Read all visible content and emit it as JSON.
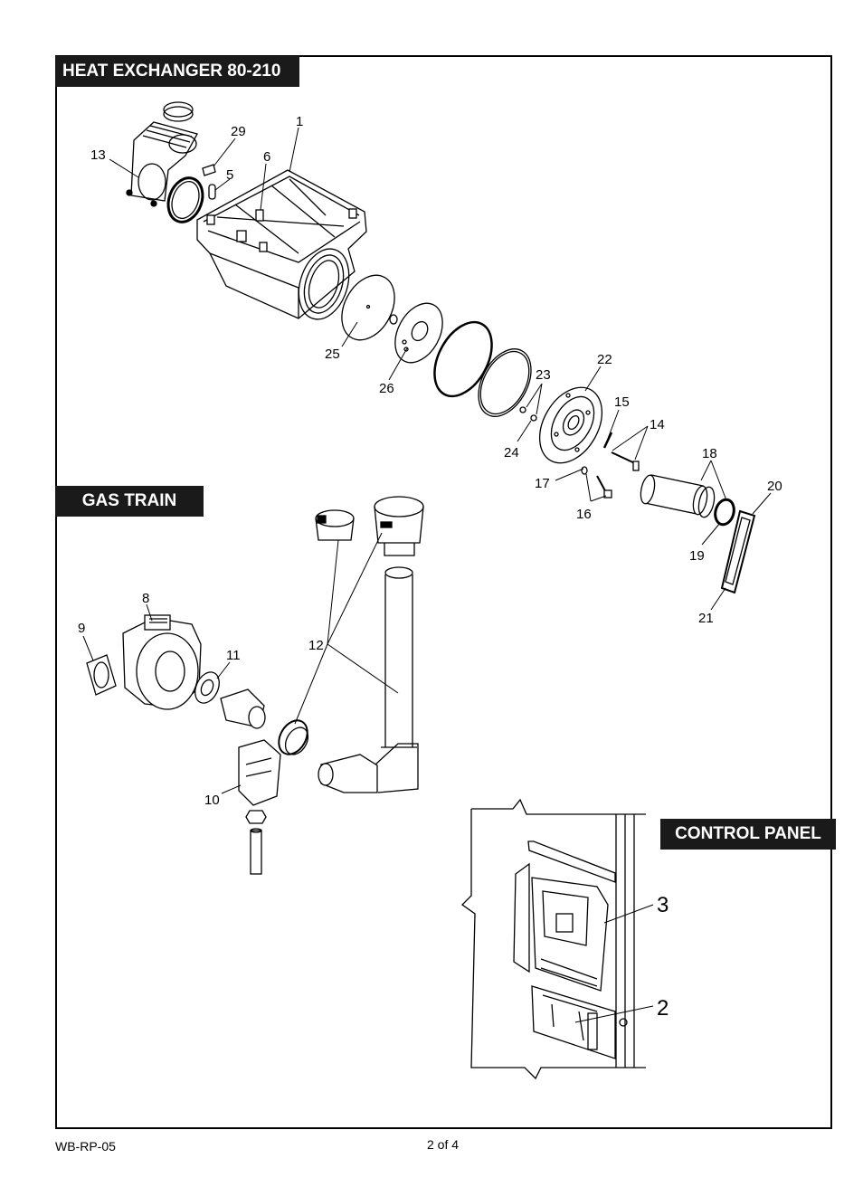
{
  "sections": {
    "heat_exchanger": "HEAT EXCHANGER 80-210",
    "gas_train": "GAS TRAIN",
    "control_panel": "CONTROL PANEL"
  },
  "callouts": {
    "c1": "1",
    "c2": "2",
    "c3": "3",
    "c5": "5",
    "c6": "6",
    "c8": "8",
    "c9": "9",
    "c10": "10",
    "c11": "11",
    "c12": "12",
    "c13": "13",
    "c14": "14",
    "c15": "15",
    "c16": "16",
    "c17": "17",
    "c18": "18",
    "c19": "19",
    "c20": "20",
    "c21": "21",
    "c22": "22",
    "c23": "23",
    "c24": "24",
    "c25": "25",
    "c26": "26",
    "c29": "29"
  },
  "footer": {
    "doc_code": "WB-RP-05",
    "page": "2 of 4"
  }
}
